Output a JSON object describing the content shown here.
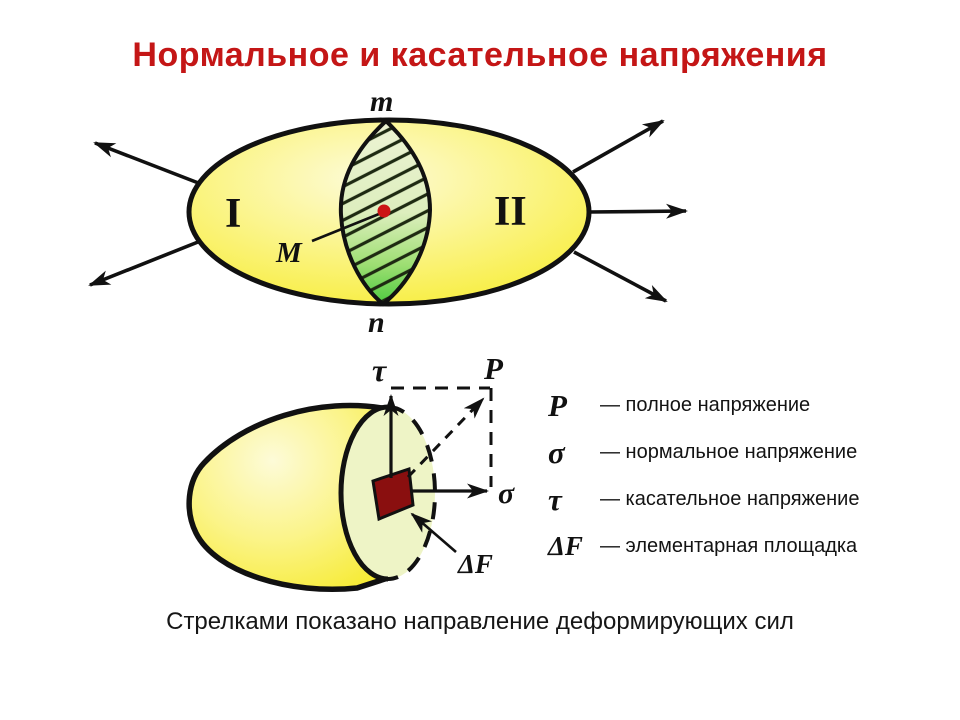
{
  "title": "Нормальное и касательное напряжения",
  "caption": "Стрелками показано направление деформирующих сил",
  "top_diagram": {
    "section_top_label": "m",
    "section_bottom_label": "n",
    "point_label": "M",
    "left_part_label": "I",
    "right_part_label": "II"
  },
  "stress_diagram": {
    "shear_stress_label": "τ",
    "full_stress_label": "P",
    "normal_stress_label": "σ",
    "area_label": "ΔF"
  },
  "legend": {
    "items": [
      {
        "symbol": "P",
        "desc": "— полное напряжение"
      },
      {
        "symbol": "σ",
        "desc": "— нормальное напряжение"
      },
      {
        "symbol": "τ",
        "desc": "— касательное напряжение"
      },
      {
        "symbol": "ΔF",
        "desc": "— элементарная площадка"
      }
    ]
  },
  "colors": {
    "title_red": "#c41616",
    "body_yellow": "#f7ec32",
    "body_yellow_light": "#fdfad4",
    "section_pale_green": "#e9f2cd",
    "section_green": "#4ecb40",
    "cut_face_pale": "#eef4c6",
    "element_dark_red": "#8a0f0f",
    "line_black": "#111111"
  }
}
